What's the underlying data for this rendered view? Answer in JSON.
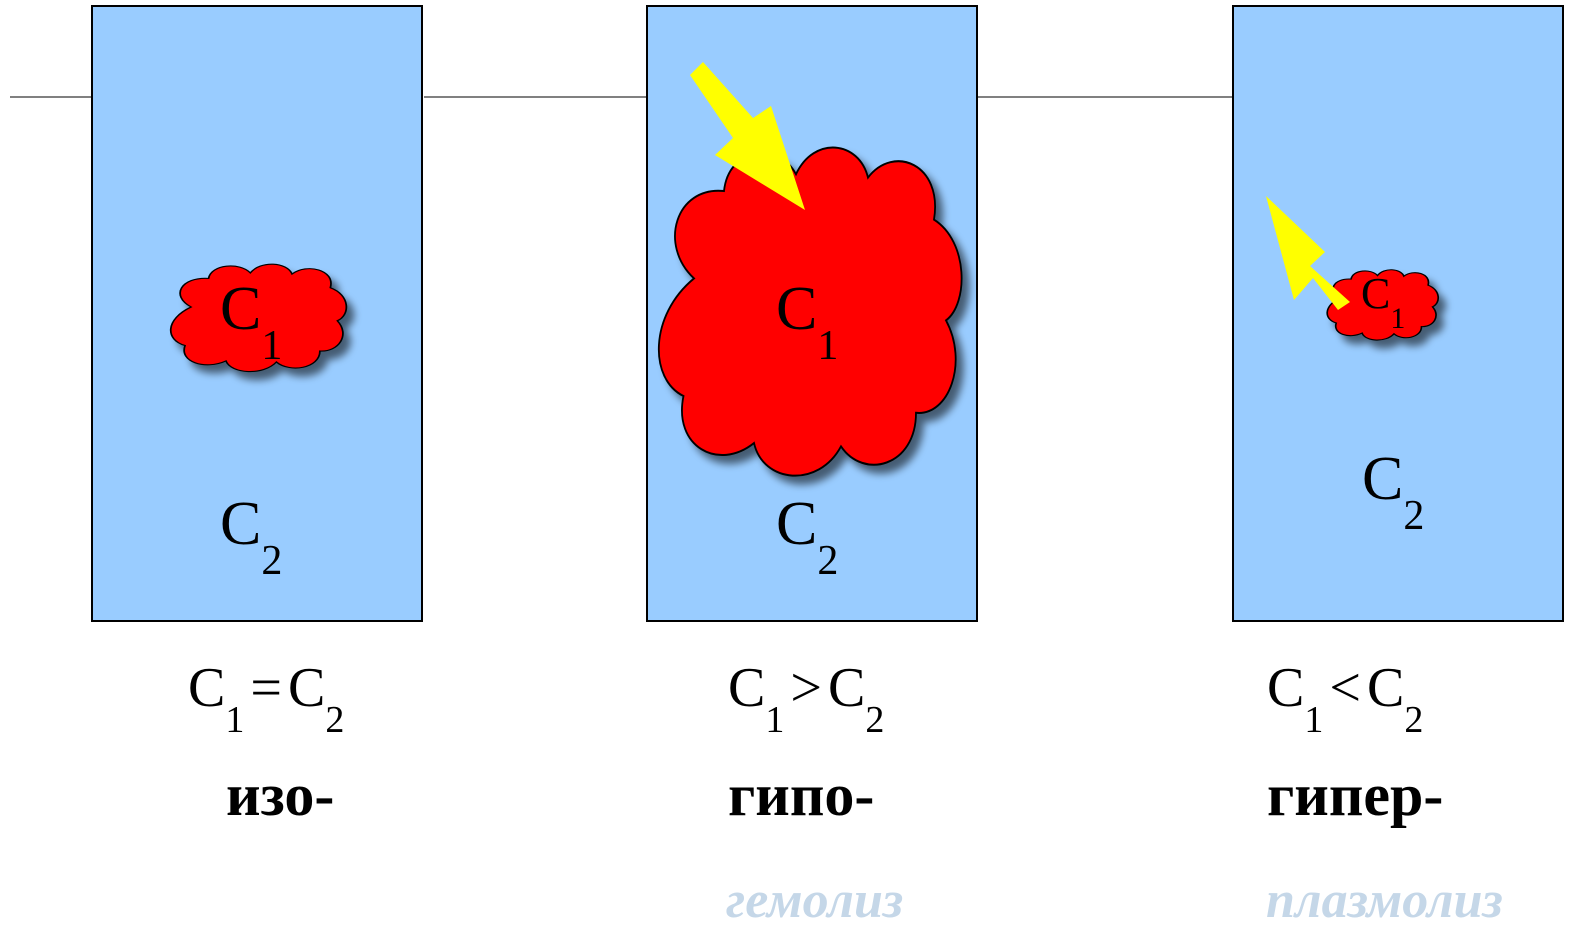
{
  "panels": [
    {
      "id": "iso",
      "cell_label": {
        "main": "C",
        "sub": "1"
      },
      "medium_label": {
        "main": "C",
        "sub": "2"
      },
      "relation": {
        "left": "C",
        "left_sub": "1",
        "op": "=",
        "right": "C",
        "right_sub": "2"
      },
      "tonicity": "изо-",
      "result": ""
    },
    {
      "id": "hypo",
      "cell_label": {
        "main": "C",
        "sub": "1"
      },
      "medium_label": {
        "main": "C",
        "sub": "2"
      },
      "relation": {
        "left": "C",
        "left_sub": "1",
        "op": ">",
        "right": "C",
        "right_sub": "2"
      },
      "tonicity": "гипо-",
      "result": "гемолиз",
      "arrow": "water-inflow"
    },
    {
      "id": "hyper",
      "cell_label": {
        "main": "C",
        "sub": "1"
      },
      "medium_label": {
        "main": "C",
        "sub": "2"
      },
      "relation": {
        "left": "C",
        "left_sub": "1",
        "op": "<",
        "right": "C",
        "right_sub": "2"
      },
      "tonicity": "гипер-",
      "result": "плазмолиз",
      "arrow": "water-outflow"
    }
  ],
  "colors": {
    "medium": "#99ccff",
    "cell": "#ff0000",
    "arrow": "#ffff00",
    "result_text": "#c5d7e8",
    "divider": "#808080"
  }
}
